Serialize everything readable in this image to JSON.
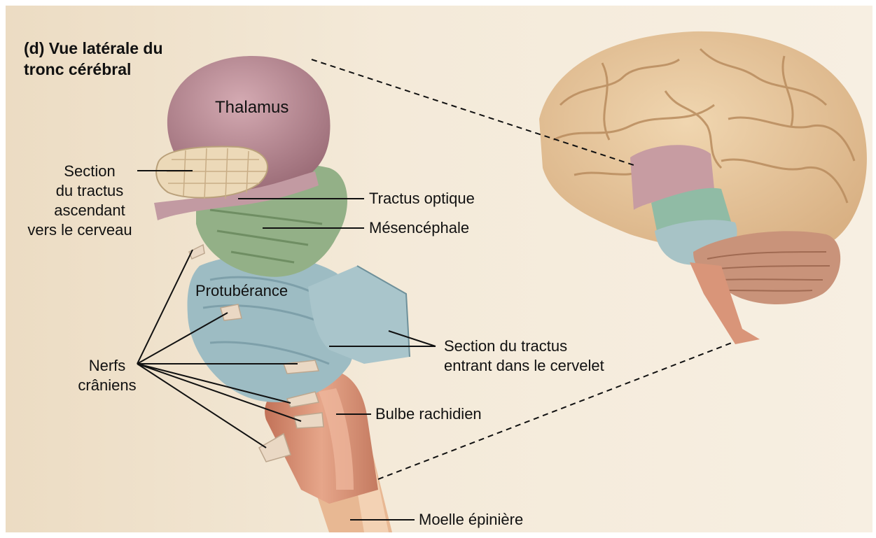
{
  "title": {
    "line1": "(d) Vue latérale du",
    "line2": "tronc cérébral"
  },
  "labels": {
    "thalamus": "Thalamus",
    "section_ascendant": {
      "l1": "Section",
      "l2": "du tractus",
      "l3": "ascendant",
      "l4": "vers le cerveau"
    },
    "tractus_optique": "Tractus optique",
    "mesencephale": "Mésencéphale",
    "protuberance": "Protubérance",
    "nerfs": {
      "l1": "Nerfs",
      "l2": "crâniens"
    },
    "section_cervelet": {
      "l1": "Section du tractus",
      "l2": "entrant dans le cervelet"
    },
    "bulbe": "Bulbe rachidien",
    "moelle": "Moelle épinière"
  },
  "colors": {
    "background": "#f1e6d2",
    "thalamus": "#b98a94",
    "midbrain": "#93b087",
    "pons": "#9dbcc3",
    "medulla": "#d98f74",
    "brain_tan": "#e8c9a0",
    "cerebellum": "#c9937a"
  }
}
